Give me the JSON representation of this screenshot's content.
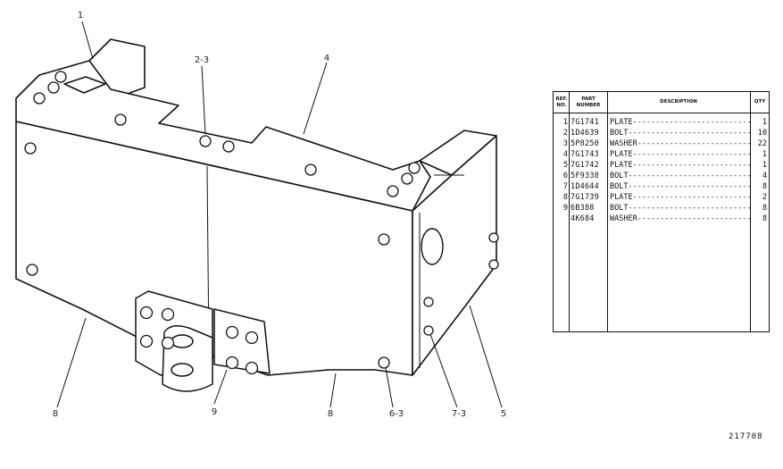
{
  "ref_labels": [
    {
      "id": "1",
      "text": "1"
    },
    {
      "id": "2-3",
      "text": "2-3"
    },
    {
      "id": "4",
      "text": "4"
    },
    {
      "id": "8a",
      "text": "8"
    },
    {
      "id": "9",
      "text": "9"
    },
    {
      "id": "8b",
      "text": "8"
    },
    {
      "id": "6-3",
      "text": "6-3"
    },
    {
      "id": "7-3",
      "text": "7-3"
    },
    {
      "id": "5",
      "text": "5"
    }
  ],
  "table": {
    "headers": {
      "ref": "REF. NO.",
      "part": "PART NUMBER",
      "desc": "DESCRIPTION",
      "qty": "QTY"
    },
    "rows": [
      {
        "ref": "1",
        "part": "7G1741",
        "desc": "PLATE",
        "qty": "1"
      },
      {
        "ref": "2",
        "part": "1D4639",
        "desc": "BOLT",
        "qty": "10"
      },
      {
        "ref": "3",
        "part": "5P8250",
        "desc": "WASHER",
        "qty": "22"
      },
      {
        "ref": "4",
        "part": "7G1743",
        "desc": "PLATE",
        "qty": "1"
      },
      {
        "ref": "5",
        "part": "7G1742",
        "desc": "PLATE",
        "qty": "1"
      },
      {
        "ref": "6",
        "part": "5F9338",
        "desc": "BOLT",
        "qty": "4"
      },
      {
        "ref": "7",
        "part": "1D4644",
        "desc": "BOLT",
        "qty": "8"
      },
      {
        "ref": "8",
        "part": "7G1739",
        "desc": "PLATE",
        "qty": "2"
      },
      {
        "ref": "9",
        "part": "6B388",
        "desc": "BOLT",
        "qty": "8"
      },
      {
        "ref": "",
        "part": "4K684",
        "desc": "WASHER",
        "qty": "8"
      }
    ]
  },
  "plate_code": "217708"
}
